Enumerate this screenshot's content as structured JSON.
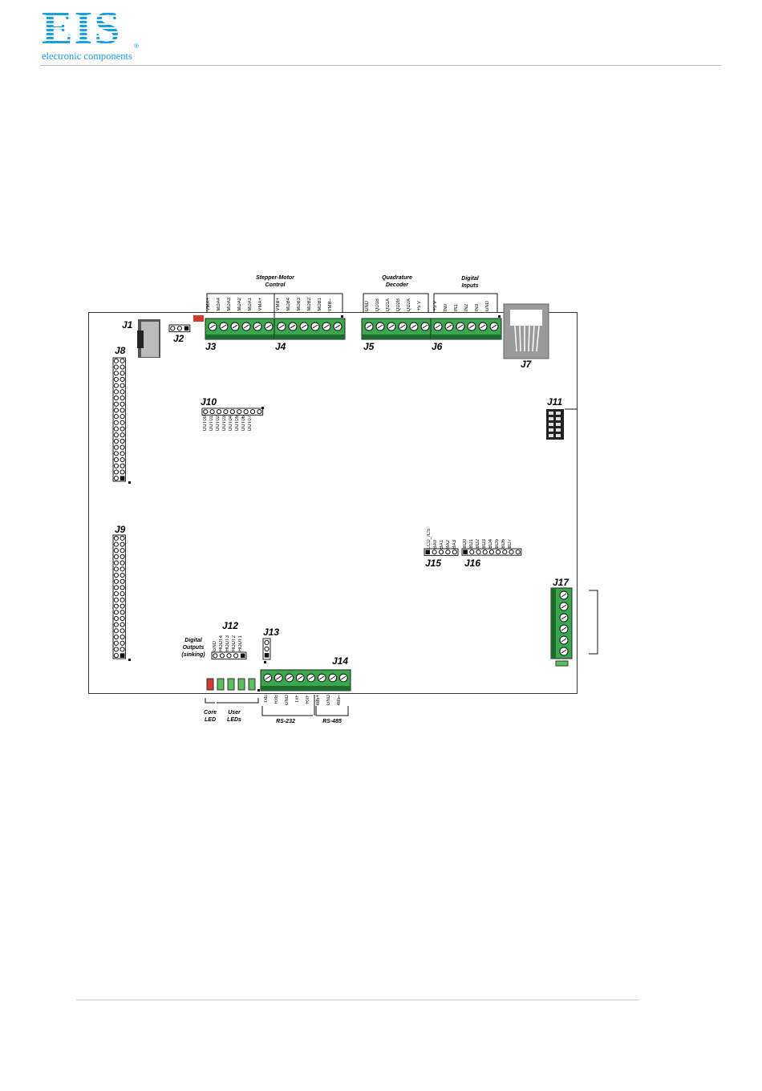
{
  "logo": {
    "word": "EIS",
    "registered": "®",
    "subtitle": "electronic components"
  },
  "groups": {
    "stepper": "Stepper-Motor\nControl",
    "quadrature": "Quadrature\nDecoder",
    "digital_inputs": "Digital\nInputs",
    "digital_outputs": "Digital\nOutputs\n(sinking)",
    "core_led": "Core\nLED",
    "user_leds": "User\nLEDs",
    "rs232": "RS-232",
    "rs485": "RS-485"
  },
  "connectors": {
    "j1": "J1",
    "j2": "J2",
    "j3": "J3",
    "j4": "J4",
    "j5": "J5",
    "j6": "J6",
    "j7": "J7",
    "j8": "J8",
    "j9": "J9",
    "j10": "J10",
    "j11": "J11",
    "j12": "J12",
    "j13": "J13",
    "j14": "J14",
    "j15": "J15",
    "j16": "J16",
    "j17": "J17"
  },
  "pins": {
    "j3": [
      "VMA+",
      "MDA4",
      "MDA3",
      "MDA2",
      "MDA1",
      "VMA+"
    ],
    "j4": [
      "VMB+",
      "MDB4",
      "MDB3",
      "MDB2",
      "MDB1",
      "VMB–"
    ],
    "j5": [
      "GND",
      "QD1B",
      "QD1A",
      "QD2B",
      "QD2A",
      "+5 V"
    ],
    "j6": [
      "+5 V",
      "IN0",
      "IN1",
      "IN2",
      "IN3",
      "GND"
    ],
    "j10": [
      "OUT00",
      "OUT01",
      "OUT02",
      "OUT03",
      "OUT04",
      "OUT05",
      "OUT06",
      "OUT07"
    ],
    "j12": [
      "GND",
      "HOUT4",
      "HOUT3",
      "HOUT2",
      "HOUT1"
    ],
    "j15": [
      "LCD_/CS",
      "BA0",
      "BA1",
      "BA2",
      "BA3"
    ],
    "j16": [
      "BD0",
      "BD1",
      "BD2",
      "BD3",
      "BD4",
      "BD5",
      "BD6",
      "BD7"
    ],
    "j14": [
      "TxE",
      "RxE",
      "GND",
      "TxF",
      "RxF",
      "485+",
      "GND",
      "485–"
    ]
  },
  "colors": {
    "terminal": "#3aa64e",
    "terminal_dark": "#1e6b2d",
    "logo": "#1aa0df",
    "core_led": "#d33a2c",
    "user_led": "#5cbf5c",
    "jack": "#9a9a9a"
  }
}
